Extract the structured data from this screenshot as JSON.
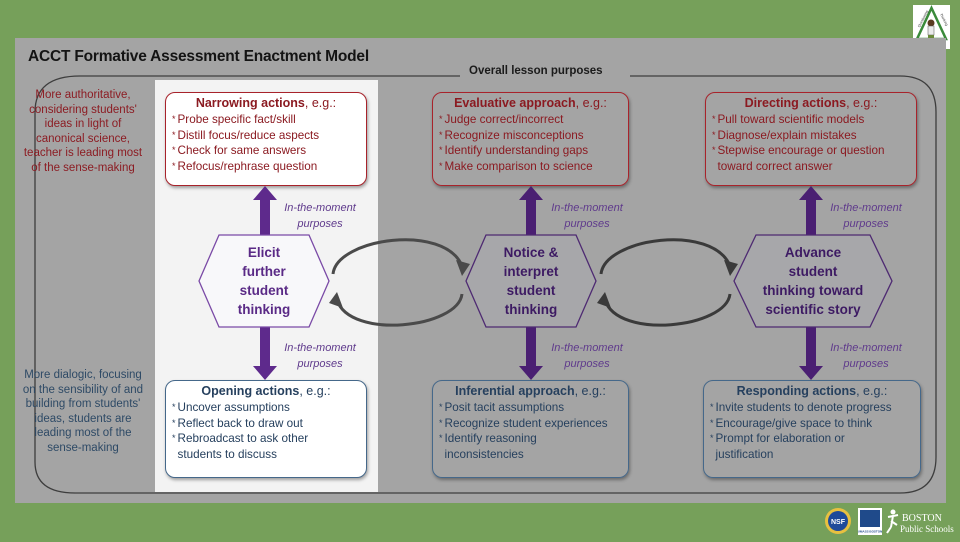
{
  "title": "ACCT Formative Assessment Enactment Model",
  "frame_label": "Overall lesson purposes",
  "side_labels": {
    "top": "More authoritative, considering students' ideas in light of canonical science, teacher is leading most of the sense-making",
    "bottom": "More dialogic, focusing on the sensibility of and building from students' ideas, students are leading most of the sense-making"
  },
  "moment_label": {
    "line1": "In-the-moment",
    "line2": "purposes"
  },
  "columns": [
    {
      "hexagon": [
        "Elicit",
        "further",
        "student",
        "thinking"
      ],
      "top_box": {
        "title": "Narrowing actions",
        "suffix": ", e.g.:",
        "items": [
          "Probe specific fact/skill",
          "Distill focus/reduce aspects",
          "Check for same answers",
          "Refocus/rephrase question"
        ]
      },
      "bottom_box": {
        "title": "Opening actions",
        "suffix": ", e.g.:",
        "items": [
          "Uncover assumptions",
          "Reflect back to draw out",
          "Rebroadcast to ask other",
          "students to discuss"
        ]
      }
    },
    {
      "hexagon": [
        "Notice &",
        "interpret",
        "student",
        "thinking"
      ],
      "top_box": {
        "title": "Evaluative approach",
        "suffix": ", e.g.:",
        "items": [
          "Judge correct/incorrect",
          "Recognize misconceptions",
          "Identify understanding gaps",
          "Make comparison to science"
        ]
      },
      "bottom_box": {
        "title": "Inferential approach",
        "suffix": ", e.g.:",
        "items": [
          "Posit tacit assumptions",
          "Recognize student experiences",
          "Identify reasoning",
          "inconsistencies"
        ]
      }
    },
    {
      "hexagon": [
        "Advance",
        "student",
        "thinking toward",
        "scientific story"
      ],
      "top_box": {
        "title": "Directing actions",
        "suffix": ", e.g.:",
        "items": [
          "Pull toward scientific models",
          "Diagnose/explain mistakes",
          "Stepwise encourage or question",
          "toward correct answer"
        ]
      },
      "bottom_box": {
        "title": "Responding actions",
        "suffix": ", e.g.:",
        "items": [
          "Invite students to denote progress",
          "Encourage/give space to think",
          "Prompt for elaboration or",
          "justification"
        ]
      }
    }
  ],
  "logos": {
    "top_right": {
      "text_left": "Questioning",
      "text_right": "Thinking",
      "text_bottom": "Assessing"
    },
    "bottom_right": {
      "nsf": "NSF",
      "umass": "UMASS BOSTON",
      "boston_line1": "BOSTON",
      "boston_line2": "Public Schools"
    }
  },
  "colors": {
    "background": "#76a05a",
    "panel": "#a4a4a4",
    "red": "#a8232b",
    "blue": "#45688a",
    "purple": "#5a2a86"
  }
}
